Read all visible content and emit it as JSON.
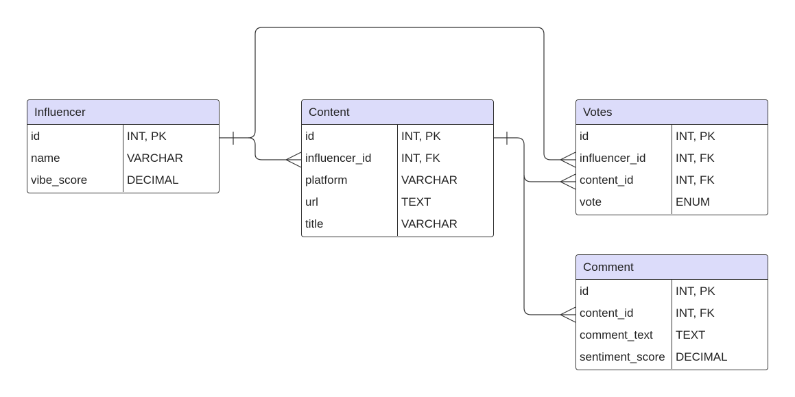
{
  "colors": {
    "header_fill": "#dcdcfa",
    "border": "#333333",
    "line": "#333333",
    "text": "#222222"
  },
  "entities": {
    "influencer": {
      "title": "Influencer",
      "rows": [
        {
          "name": "id",
          "type": "INT, PK"
        },
        {
          "name": "name",
          "type": "VARCHAR"
        },
        {
          "name": "vibe_score",
          "type": "DECIMAL"
        }
      ]
    },
    "content": {
      "title": "Content",
      "rows": [
        {
          "name": "id",
          "type": "INT, PK"
        },
        {
          "name": "influencer_id",
          "type": "INT, FK"
        },
        {
          "name": "platform",
          "type": "VARCHAR"
        },
        {
          "name": "url",
          "type": "TEXT"
        },
        {
          "name": "title",
          "type": "VARCHAR"
        }
      ]
    },
    "votes": {
      "title": "Votes",
      "rows": [
        {
          "name": "id",
          "type": "INT, PK"
        },
        {
          "name": "influencer_id",
          "type": "INT, FK"
        },
        {
          "name": "content_id",
          "type": "INT, FK"
        },
        {
          "name": "vote",
          "type": "ENUM"
        }
      ]
    },
    "comment": {
      "title": "Comment",
      "rows": [
        {
          "name": "id",
          "type": "INT, PK"
        },
        {
          "name": "content_id",
          "type": "INT, FK"
        },
        {
          "name": "comment_text",
          "type": "TEXT"
        },
        {
          "name": "sentiment_score",
          "type": "DECIMAL"
        }
      ]
    }
  },
  "relationships": [
    {
      "from": "Influencer.id",
      "to": "Content.influencer_id",
      "cardinality": "one-to-many"
    },
    {
      "from": "Influencer.id",
      "to": "Votes.influencer_id",
      "cardinality": "one-to-many"
    },
    {
      "from": "Content.id",
      "to": "Votes.content_id",
      "cardinality": "one-to-many"
    },
    {
      "from": "Content.id",
      "to": "Comment.content_id",
      "cardinality": "one-to-many"
    }
  ]
}
